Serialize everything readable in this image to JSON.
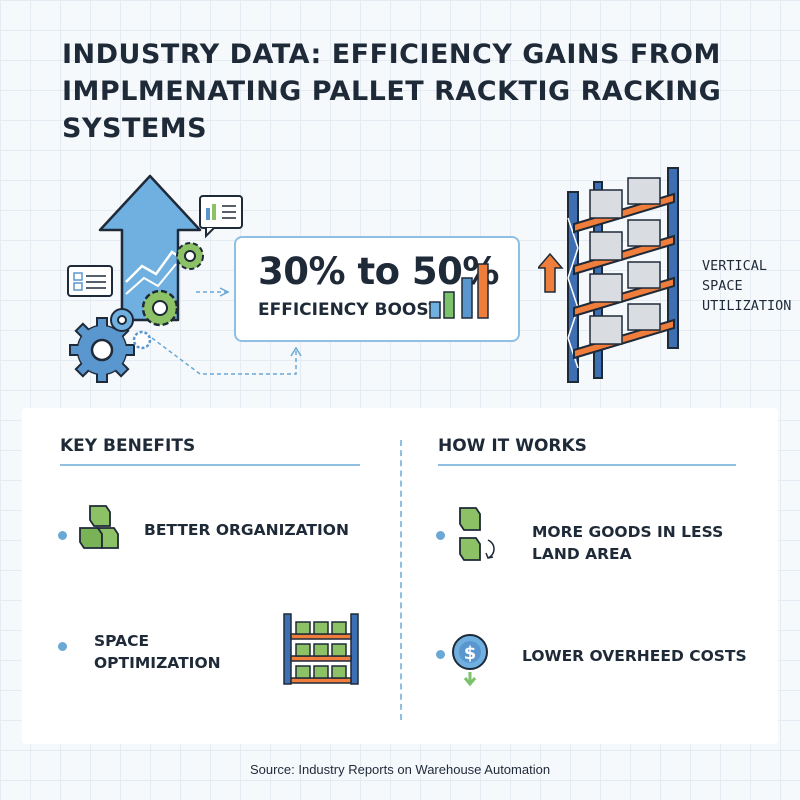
{
  "title_line1": "INDUSTRY DATA: EFFICIENCY GAINS FROM",
  "title_line2": "IMPLMENATING PALLET RACKTIG RACKING SYSTEMS",
  "stat": {
    "value": "30% to 50%",
    "label": "EFFICIENCY BOOST"
  },
  "vertical_label": {
    "line1": "VERTICAL",
    "line2": "SPACE",
    "line3": "UTILIZATION"
  },
  "sections": {
    "left": {
      "heading": "KEY BENEFITS",
      "items": [
        {
          "label": "BETTER ORGANIZATION",
          "icon": "stacked-boxes-icon"
        },
        {
          "label_line1": "SPACE",
          "label_line2": "OPTIMIZATION",
          "icon": "pallet-rack-icon"
        }
      ]
    },
    "right": {
      "heading": "HOW IT WORKS",
      "items": [
        {
          "label_line1": "MORE GOODS IN LESS",
          "label_line2": "LAND AREA",
          "icon": "boxes-stack-arrow-icon"
        },
        {
          "label": "LOWER OVERHEED COSTS",
          "icon": "dollar-coin-down-icon"
        }
      ]
    }
  },
  "source": "Source: Industry Reports on Warehouse Automation",
  "colors": {
    "accent_blue": "#6aa8d6",
    "rack_blue": "#3f6fb3",
    "rack_orange": "#ef7d3c",
    "box_green": "#8cc265",
    "bar_green": "#7bc26a"
  }
}
